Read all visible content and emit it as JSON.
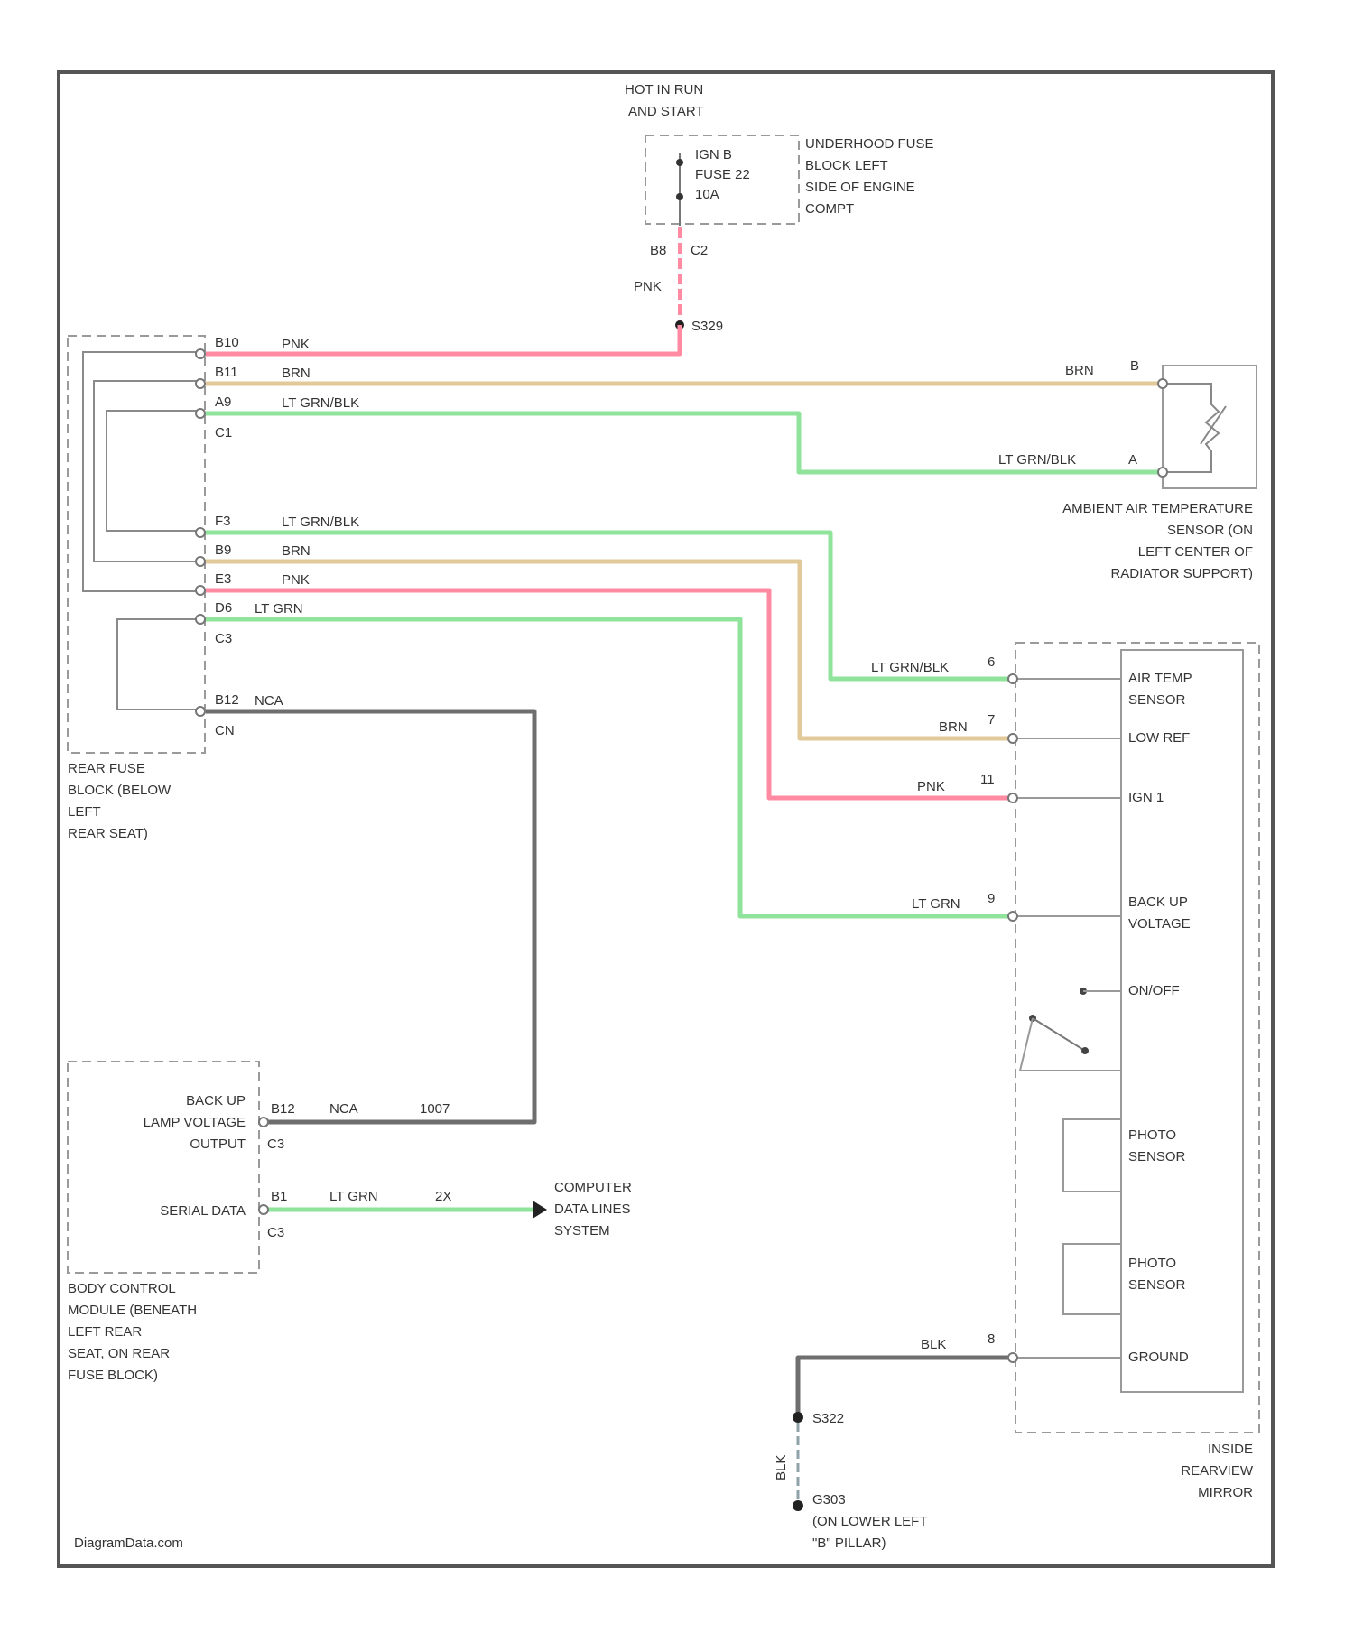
{
  "diagram": {
    "source_credit": "DiagramData.com",
    "hot_label": [
      "HOT IN RUN",
      "AND START"
    ],
    "underhood_fuse": {
      "fuse_text": [
        "IGN B",
        "FUSE 22",
        "10A"
      ],
      "block_label": [
        "UNDERHOOD FUSE",
        "BLOCK LEFT",
        "SIDE OF ENGINE",
        "COMPT"
      ],
      "pin": "B8",
      "conn": "C2",
      "wire": "PNK",
      "splice": "S329"
    },
    "rear_fuse_block": {
      "label": [
        "REAR FUSE",
        "BLOCK (BELOW",
        "LEFT",
        "REAR SEAT)"
      ],
      "pins": [
        {
          "pin": "B10",
          "color": "PNK",
          "conn": ""
        },
        {
          "pin": "B11",
          "color": "BRN",
          "conn": ""
        },
        {
          "pin": "A9",
          "color": "LT GRN/BLK",
          "conn": "C1"
        },
        {
          "pin": "F3",
          "color": "LT GRN/BLK",
          "conn": ""
        },
        {
          "pin": "B9",
          "color": "BRN",
          "conn": ""
        },
        {
          "pin": "E3",
          "color": "PNK",
          "conn": ""
        },
        {
          "pin": "D6",
          "color": "LT GRN",
          "conn": "C3"
        },
        {
          "pin": "B12",
          "color": "NCA",
          "conn": "CN"
        }
      ]
    },
    "ambient_sensor": {
      "label": [
        "AMBIENT AIR TEMPERATURE",
        "SENSOR (ON",
        "LEFT CENTER OF",
        "RADIATOR SUPPORT)"
      ],
      "pins": [
        {
          "pin": "B",
          "color": "BRN"
        },
        {
          "pin": "A",
          "color": "LT GRN/BLK"
        }
      ]
    },
    "mirror": {
      "label": [
        "INSIDE",
        "REARVIEW",
        "MIRROR"
      ],
      "pins": [
        {
          "pin": "6",
          "color": "LT GRN/BLK",
          "func": [
            "AIR TEMP",
            "SENSOR"
          ]
        },
        {
          "pin": "7",
          "color": "BRN",
          "func": [
            "LOW REF"
          ]
        },
        {
          "pin": "11",
          "color": "PNK",
          "func": [
            "IGN 1"
          ]
        },
        {
          "pin": "9",
          "color": "LT GRN",
          "func": [
            "BACK UP",
            "VOLTAGE"
          ]
        },
        {
          "pin": "8",
          "color": "BLK",
          "func": [
            "GROUND"
          ]
        }
      ],
      "onoff": "ON/OFF",
      "photo1": [
        "PHOTO",
        "SENSOR"
      ],
      "photo2": [
        "PHOTO",
        "SENSOR"
      ]
    },
    "bcm": {
      "label": [
        "BODY CONTROL",
        "MODULE (BENEATH",
        "LEFT REAR",
        "SEAT, ON REAR",
        "FUSE BLOCK)"
      ],
      "backup": {
        "label": [
          "BACK UP",
          "LAMP VOLTAGE",
          "OUTPUT"
        ],
        "pin": "B12",
        "color": "NCA",
        "circuit": "1007",
        "conn": "C3"
      },
      "serial": {
        "label": "SERIAL DATA",
        "pin": "B1",
        "color": "LT GRN",
        "circuit": "2X",
        "conn": "C3"
      }
    },
    "computer_lines": [
      "COMPUTER",
      "DATA LINES",
      "SYSTEM"
    ],
    "ground": {
      "wire": "BLK",
      "splice": "S322",
      "point": [
        "G303",
        "(ON LOWER LEFT",
        "\"B\" PILLAR)"
      ]
    },
    "colors": {
      "pink": "#ff8aa2",
      "tan": "#e2c99a",
      "green": "#8fe39a",
      "gray": "#6e6e6e",
      "outline": "#555555",
      "dash": "#9a9a9a",
      "thin": "#8a8a8a"
    }
  }
}
